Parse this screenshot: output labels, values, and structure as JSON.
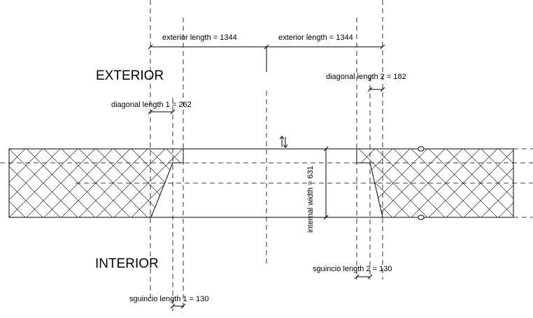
{
  "labels": {
    "exterior_length_left": "exterior length = 1344",
    "exterior_length_right": "exterior length = 1344",
    "exterior_zone": "EXTERIOR",
    "interior_zone": "INTERIOR",
    "diagonal_length_1": "diagonal length 1 = 262",
    "diagonal_length_2": "diagonal length 2 = 182",
    "internal_width": "internal width = 631",
    "sguincio_length_1": "sguincio length 1 = 130",
    "sguincio_length_2": "sguincio length 2 = 130"
  },
  "icons": {
    "flip_control": "flip-arrows-icon",
    "wall_end_marker": "grip-icon"
  },
  "colors": {
    "line": "#000000",
    "background": "#ffffff"
  }
}
